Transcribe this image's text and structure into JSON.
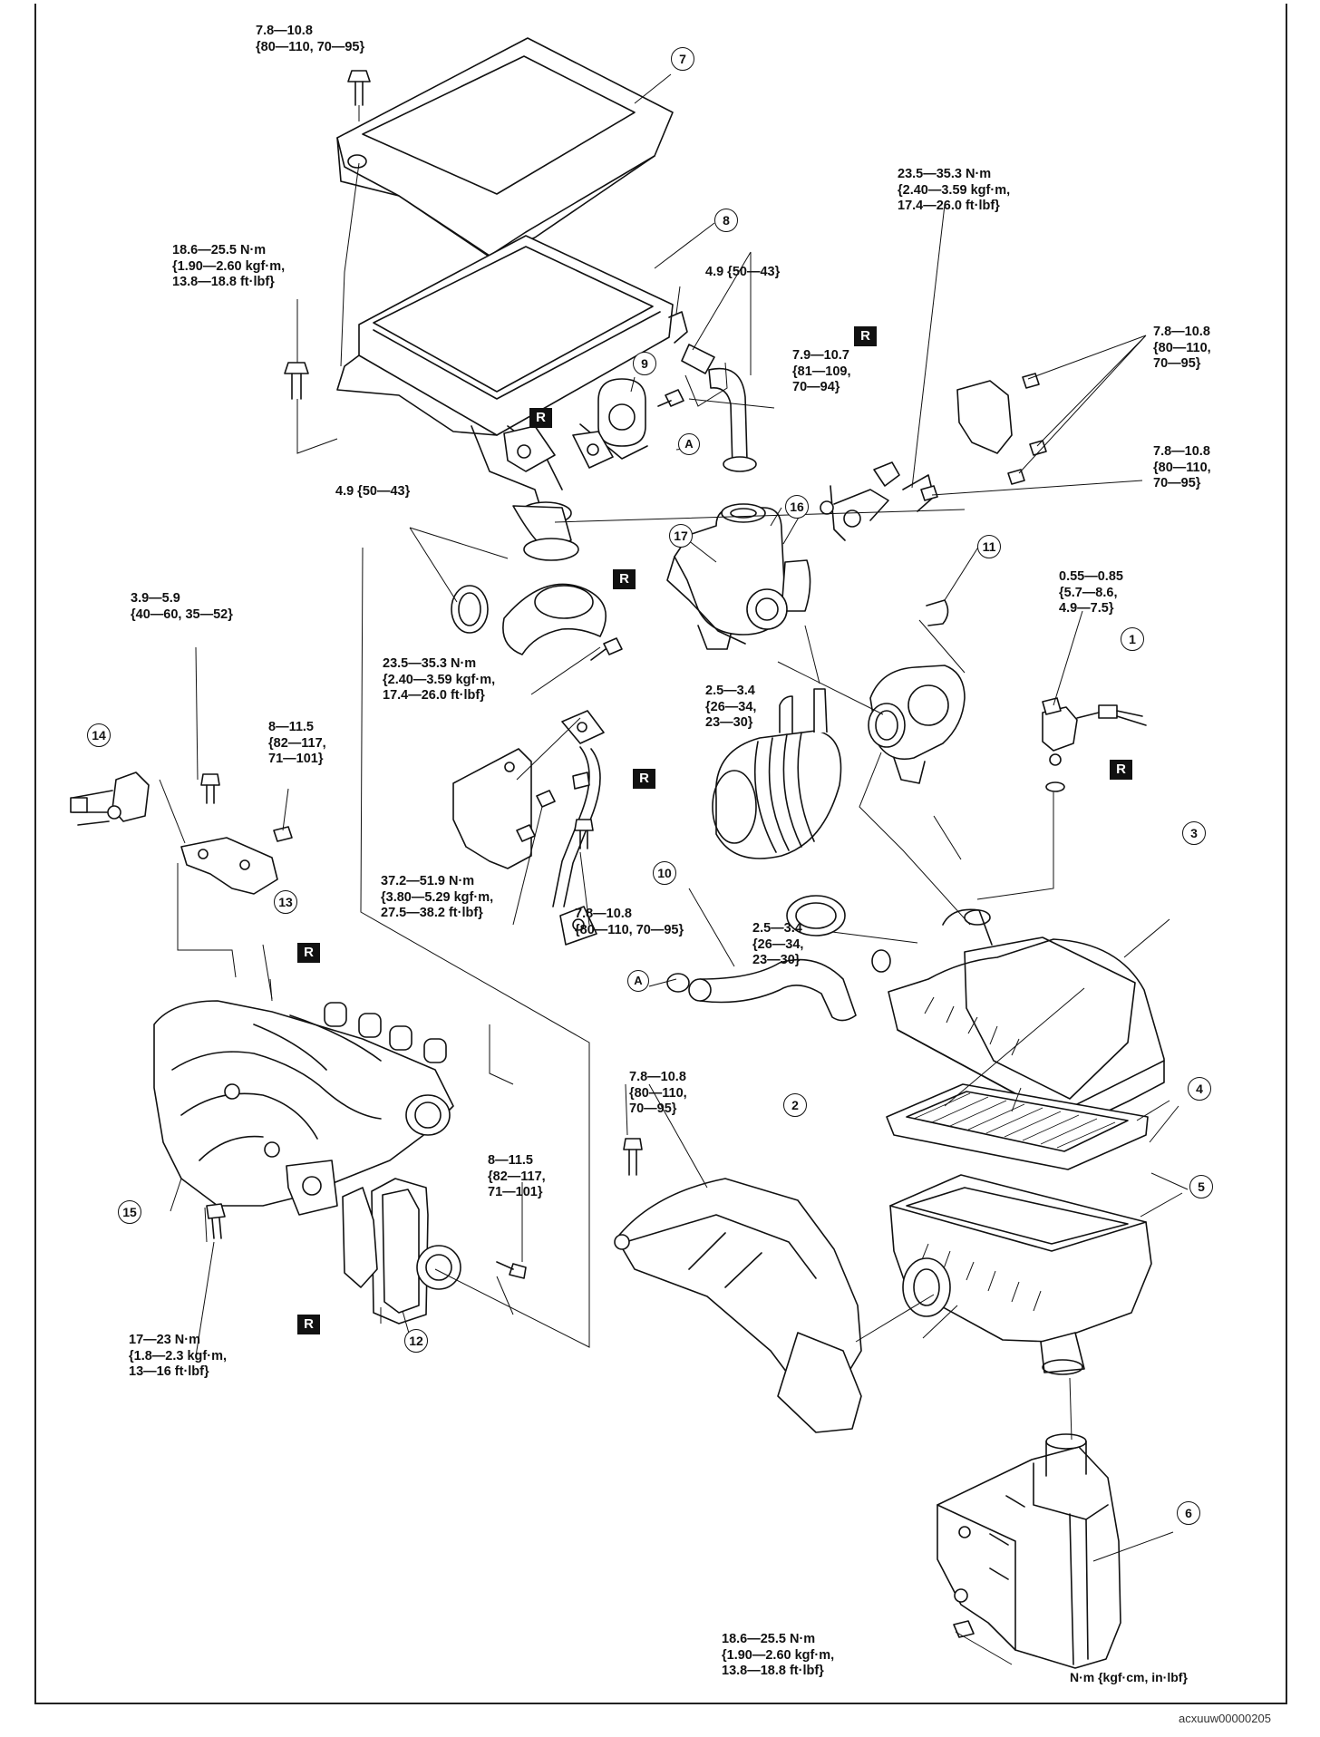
{
  "torque_specs": {
    "t_intercooler_cover": "7.8—10.8\n{80—110, 70—95}",
    "t_intercooler_bracket": "18.6—25.5 N·m\n{1.90—2.60 kgf·m,\n13.8—18.8 ft·lbf}",
    "t_hose_clamp_top": "4.9 {50—43}",
    "t_valve_9": "7.9—10.7\n{81—109,\n70—94}",
    "t_turbo_top": "23.5—35.3 N·m\n{2.40—3.59 kgf·m,\n17.4—26.0 ft·lbf}",
    "t_bracket_right_1": "7.8—10.8\n{80—110,\n70—95}",
    "t_bracket_right_2": "7.8—10.8\n{80—110,\n70—95}",
    "t_hose_clamp_left": "4.9 {50—43}",
    "t_sensor_1": "0.55—0.85\n{5.7—8.6,\n4.9—7.5}",
    "t_solenoid_bolt": "3.9—5.9\n{40—60, 35—52}",
    "t_solenoid_nut": "8—11.5\n{82—117,\n71—101}",
    "t_turbo_union": "23.5—35.3 N·m\n{2.40—3.59 kgf·m,\n17.4—26.0 ft·lbf}",
    "t_clamp_11": "2.5—3.4\n{26—34,\n23—30}",
    "t_bracket_mid": "37.2—51.9 N·m\n{3.80—5.29 kgf·m,\n27.5—38.2 ft·lbf}",
    "t_bracket_mid_bolt": "7.8—10.8\n{80—110, 70—95}",
    "t_clamp_10": "2.5—3.4\n{26—34,\n23—30}",
    "t_resonator_2": "7.8—10.8\n{80—110,\n70—95}",
    "t_throttle_12": "8—11.5\n{82—117,\n71—101}",
    "t_manifold_15": "17—23 N·m\n{1.8—2.3 kgf·m,\n13—16 ft·lbf}",
    "t_resonator_6": "18.6—25.5 N·m\n{1.90—2.60 kgf·m,\n13.8—18.8 ft·lbf}"
  },
  "part_numbers": {
    "p1": "1",
    "p2": "2",
    "p3": "3",
    "p4": "4",
    "p5": "5",
    "p6": "6",
    "p7": "7",
    "p8": "8",
    "p9": "9",
    "p10": "10",
    "p11": "11",
    "p12": "12",
    "p13": "13",
    "p14": "14",
    "p15": "15",
    "p16": "16",
    "p17": "17"
  },
  "replace_mark": "R",
  "ref_mark": "A",
  "units_note": "N·m {kgf·cm, in·lbf}",
  "image_code": "acxuuw00000205"
}
